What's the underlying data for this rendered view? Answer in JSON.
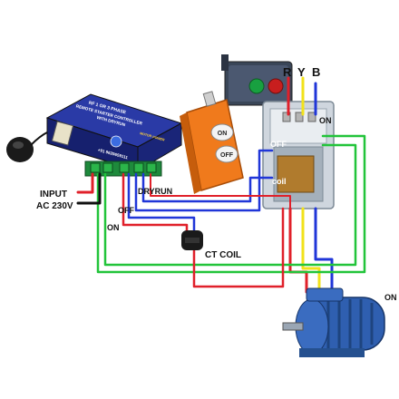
{
  "labels": {
    "phase_r": "R",
    "phase_y": "Y",
    "phase_b": "B",
    "contact_on": "ON",
    "contact_off": "OFF",
    "coil": "coil",
    "input_line1": "INPUT",
    "input_line2": "AC 230V",
    "dryrun": "DRYRUN",
    "wire_off": "OFF",
    "wire_on": "ON",
    "ct_coil": "CT COIL",
    "motor_on": "ON"
  },
  "controller": {
    "title_line1": "RF 1 OR 3 PHASE",
    "title_line2": "REMOTE STARTER CONTROLLER",
    "title_line3": "WITH DRYRUN",
    "indicator_motor": "MOTOR",
    "indicator_power": "POWER",
    "phone": "+91 9629659111"
  },
  "remote": {
    "button_top": "ON",
    "button_bottom": "OFF"
  },
  "colors": {
    "wire_red": "#e0202a",
    "wire_yellow": "#f2e21a",
    "wire_blue": "#2036d8",
    "wire_green": "#22c43a",
    "wire_black": "#111111",
    "controller_body": "#1f2a8c",
    "remote_body": "#f07a1c",
    "motor_body": "#2f5fb0"
  }
}
